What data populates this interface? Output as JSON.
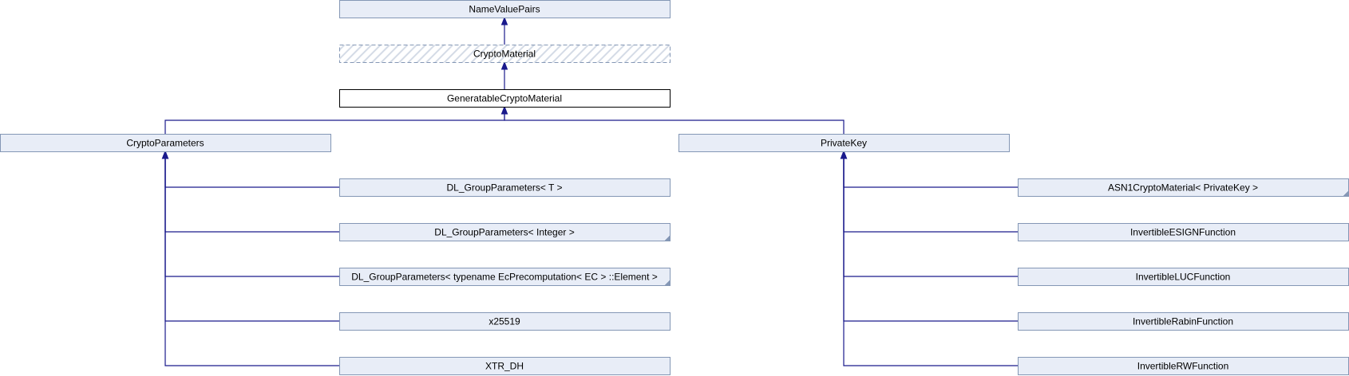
{
  "colors": {
    "background": "#ffffff",
    "node_fill": "#e8edf7",
    "node_border": "#8497b5",
    "current_fill": "#ffffff",
    "current_border": "#000000",
    "edge": "#1a1a8c",
    "hatch": "#d4dbe6"
  },
  "nodes": {
    "name_value_pairs": {
      "label": "NameValuePairs",
      "style": "normal"
    },
    "crypto_material": {
      "label": "CryptoMaterial",
      "style": "dashed"
    },
    "generatable_crypto_material": {
      "label": "GeneratableCryptoMaterial",
      "style": "current"
    },
    "crypto_parameters": {
      "label": "CryptoParameters",
      "style": "normal"
    },
    "private_key": {
      "label": "PrivateKey",
      "style": "normal"
    },
    "dl_group_parameters_t": {
      "label": "DL_GroupParameters< T >",
      "style": "normal"
    },
    "dl_group_parameters_integer": {
      "label": "DL_GroupParameters< Integer >",
      "style": "folded"
    },
    "dl_group_parameters_ec": {
      "label": "DL_GroupParameters< typename EcPrecomputation< EC > ::Element >",
      "style": "folded"
    },
    "x25519": {
      "label": "x25519",
      "style": "normal"
    },
    "xtr_dh": {
      "label": "XTR_DH",
      "style": "normal"
    },
    "asn1_crypto_material_private_key": {
      "label": "ASN1CryptoMaterial< PrivateKey >",
      "style": "folded"
    },
    "invertible_esign_function": {
      "label": "InvertibleESIGNFunction",
      "style": "normal"
    },
    "invertible_luc_function": {
      "label": "InvertibleLUCFunction",
      "style": "normal"
    },
    "invertible_rabin_function": {
      "label": "InvertibleRabinFunction",
      "style": "normal"
    },
    "invertible_rw_function": {
      "label": "InvertibleRWFunction",
      "style": "normal"
    }
  },
  "edges": [
    {
      "from": "crypto_material",
      "to": "name_value_pairs"
    },
    {
      "from": "generatable_crypto_material",
      "to": "crypto_material"
    },
    {
      "from": "crypto_parameters",
      "to": "generatable_crypto_material"
    },
    {
      "from": "private_key",
      "to": "generatable_crypto_material"
    },
    {
      "from": "dl_group_parameters_t",
      "to": "crypto_parameters"
    },
    {
      "from": "dl_group_parameters_integer",
      "to": "crypto_parameters"
    },
    {
      "from": "dl_group_parameters_ec",
      "to": "crypto_parameters"
    },
    {
      "from": "x25519",
      "to": "crypto_parameters"
    },
    {
      "from": "xtr_dh",
      "to": "crypto_parameters"
    },
    {
      "from": "asn1_crypto_material_private_key",
      "to": "private_key"
    },
    {
      "from": "invertible_esign_function",
      "to": "private_key"
    },
    {
      "from": "invertible_luc_function",
      "to": "private_key"
    },
    {
      "from": "invertible_rabin_function",
      "to": "private_key"
    },
    {
      "from": "invertible_rw_function",
      "to": "private_key"
    }
  ]
}
